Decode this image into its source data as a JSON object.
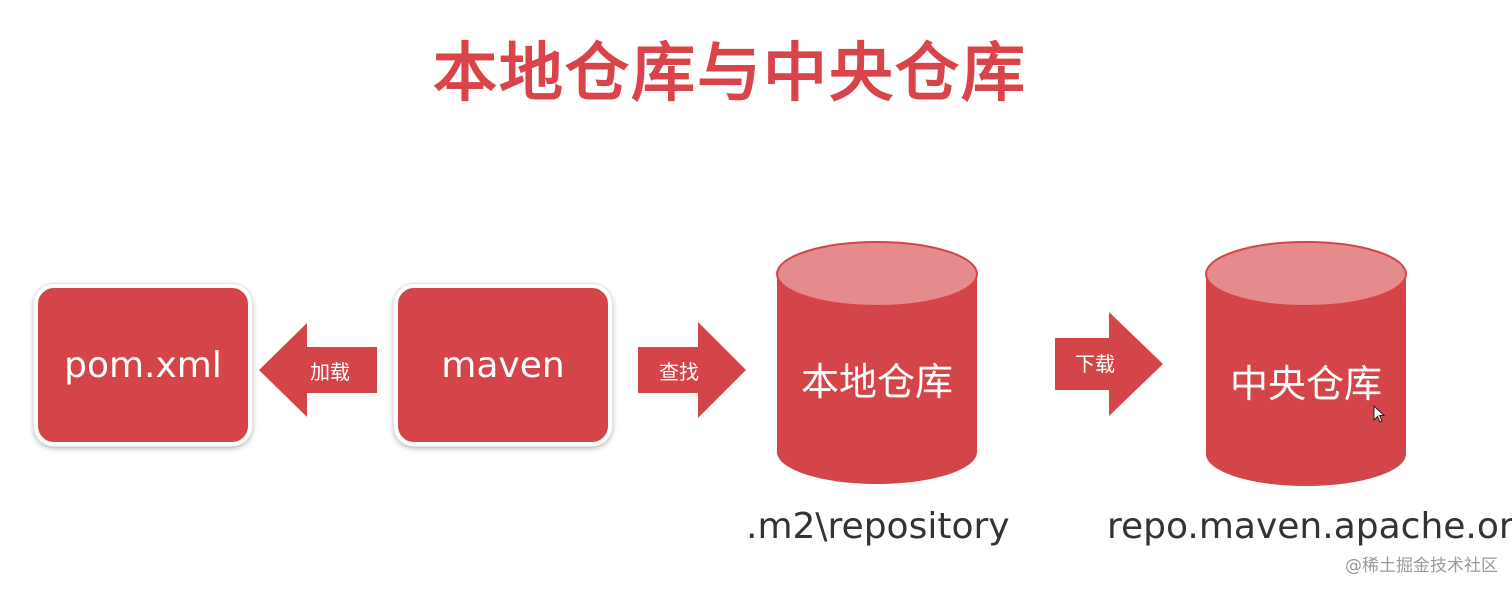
{
  "title": "本地仓库与中央仓库",
  "nodes": {
    "pom": "pom.xml",
    "maven": "maven",
    "local_repo": "本地仓库",
    "central_repo": "中央仓库"
  },
  "edges": {
    "load": "加载",
    "find": "查找",
    "download": "下载"
  },
  "paths": {
    "local": ".m2\\repository",
    "central": "repo.maven.apache.org"
  },
  "watermark": "@稀土掘金技术社区",
  "colors": {
    "accent": "#d44549",
    "cylinder_top": "#e58a8d",
    "title": "#d9444a"
  }
}
